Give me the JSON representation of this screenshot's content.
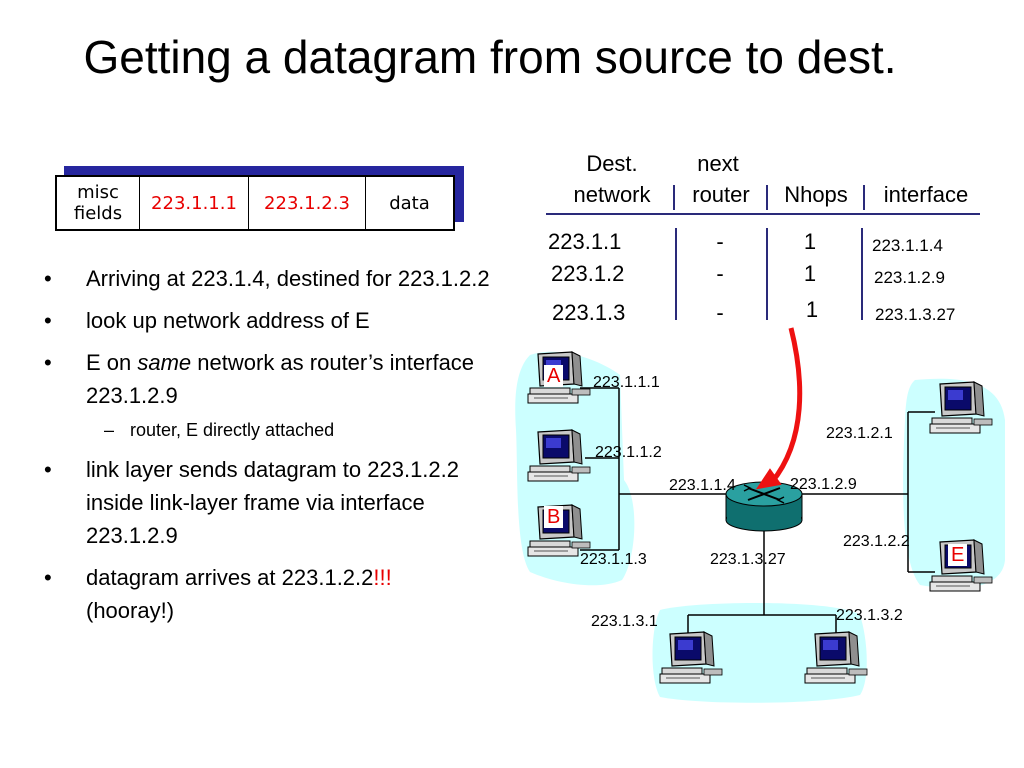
{
  "slide": {
    "title": "Getting a datagram from source to dest."
  },
  "datagram": {
    "misc_line1": "misc",
    "misc_line2": "fields",
    "src": "223.1.1.1",
    "dst": "223.1.2.3",
    "data": "data"
  },
  "bullets": {
    "b1": "Arriving at 223.1.4, destined for 223.1.2.2",
    "b2": "look up network address of E",
    "b3_prefix": "E on ",
    "b3_em": "same",
    "b3_suffix": " network as router’s interface 223.1.2.9",
    "b3_sub": "router, E directly attached",
    "b4": "link layer sends datagram to 223.1.2.2 inside link-layer frame via interface 223.1.2.9",
    "b5_text": "datagram arrives at 223.1.2.2",
    "b5_excl": "!!!",
    "b5_line2": "(hooray!)"
  },
  "routing_table": {
    "headers": {
      "dest_line1": "Dest.",
      "dest_line2": "network",
      "next_line1": "next",
      "next_line2": "router",
      "nhops": "Nhops",
      "interface": "interface"
    },
    "rows": [
      {
        "dest": "223.1.1",
        "next": "-",
        "nhops": "1",
        "iface": "223.1.1.4"
      },
      {
        "dest": "223.1.2",
        "next": "-",
        "nhops": "1",
        "iface": "223.1.2.9"
      },
      {
        "dest": "223.1.3",
        "next": "-",
        "nhops": "1",
        "iface": "223.1.3.27"
      }
    ]
  },
  "network": {
    "hosts": {
      "A": "A",
      "B": "B",
      "E": "E"
    },
    "addresses": {
      "h_a": "223.1.1.1",
      "h_mid": "223.1.1.2",
      "h_b": "223.1.1.3",
      "r_if1": "223.1.1.4",
      "r_if2": "223.1.2.9",
      "r_if3": "223.1.3.27",
      "h_top_right": "223.1.2.1",
      "h_e": "223.1.2.2",
      "h_bot_left": "223.1.3.1",
      "h_bot_right": "223.1.3.2"
    }
  },
  "colors": {
    "title": "#000000",
    "highlight_red": "#e80000",
    "shadow_blue": "#26269e",
    "subnet_fill": "#ccffff",
    "router_fill": "#1a8a8a",
    "table_line": "#2a2a7a",
    "arrow": "#ee1111"
  }
}
